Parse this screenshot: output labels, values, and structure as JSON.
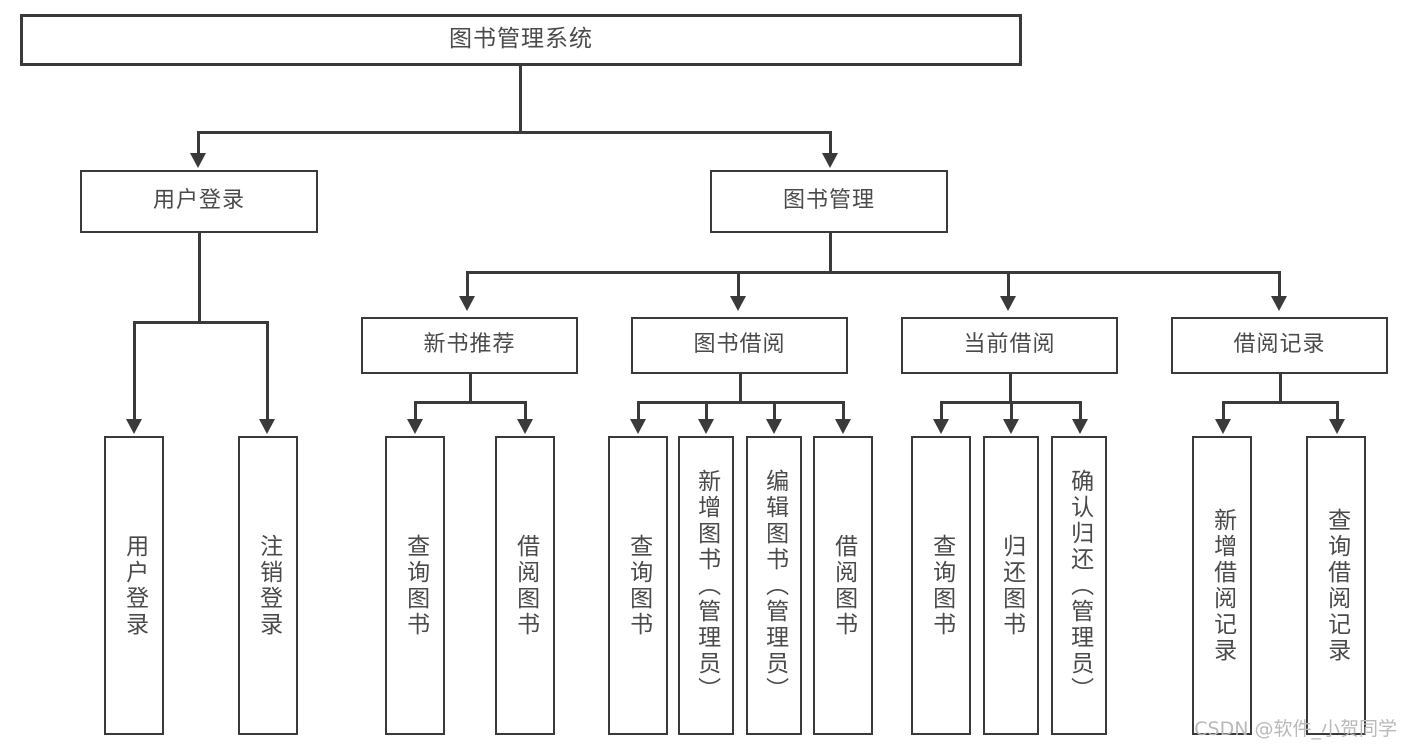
{
  "diagram": {
    "type": "tree-hierarchy-functional-decomposition",
    "root": {
      "label": "图书管理系统"
    },
    "level2": [
      {
        "label": "用户登录"
      },
      {
        "label": "图书管理"
      }
    ],
    "level3": [
      {
        "label": "新书推荐"
      },
      {
        "label": "图书借阅"
      },
      {
        "label": "当前借阅"
      },
      {
        "label": "借阅记录"
      }
    ],
    "leaves": {
      "user_login": [
        {
          "label": "用户登录"
        },
        {
          "label": "注销登录"
        }
      ],
      "new_book_recommend": [
        {
          "label": "查询图书"
        },
        {
          "label": "借阅图书"
        }
      ],
      "book_borrow": [
        {
          "label": "查询图书"
        },
        {
          "label": "新增图书（管理员）"
        },
        {
          "label": "编辑图书（管理员）"
        },
        {
          "label": "借阅图书"
        }
      ],
      "current_borrow": [
        {
          "label": "查询图书"
        },
        {
          "label": "归还图书"
        },
        {
          "label": "确认归还（管理员）"
        }
      ],
      "borrow_record": [
        {
          "label": "新增借阅记录"
        },
        {
          "label": "查询借阅记录"
        }
      ]
    }
  },
  "watermark": {
    "text": "CSDN @软件_小贺同学"
  },
  "colors": {
    "border": "#3a3a3a",
    "text": "#4a4a4a",
    "background": "#ffffff",
    "watermark": "#b9b9b9"
  }
}
